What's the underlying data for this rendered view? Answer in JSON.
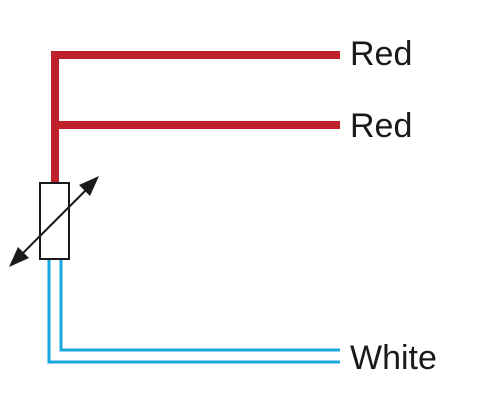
{
  "diagram": {
    "labels": {
      "wire_1": "Red",
      "wire_2": "Red",
      "wire_3": "White"
    },
    "colors": {
      "red_wire": "#c0202a",
      "white_wire": "#19a7e0",
      "symbol": "#1a1a1a"
    },
    "icons": {
      "component": "variable-resistor-icon"
    }
  }
}
